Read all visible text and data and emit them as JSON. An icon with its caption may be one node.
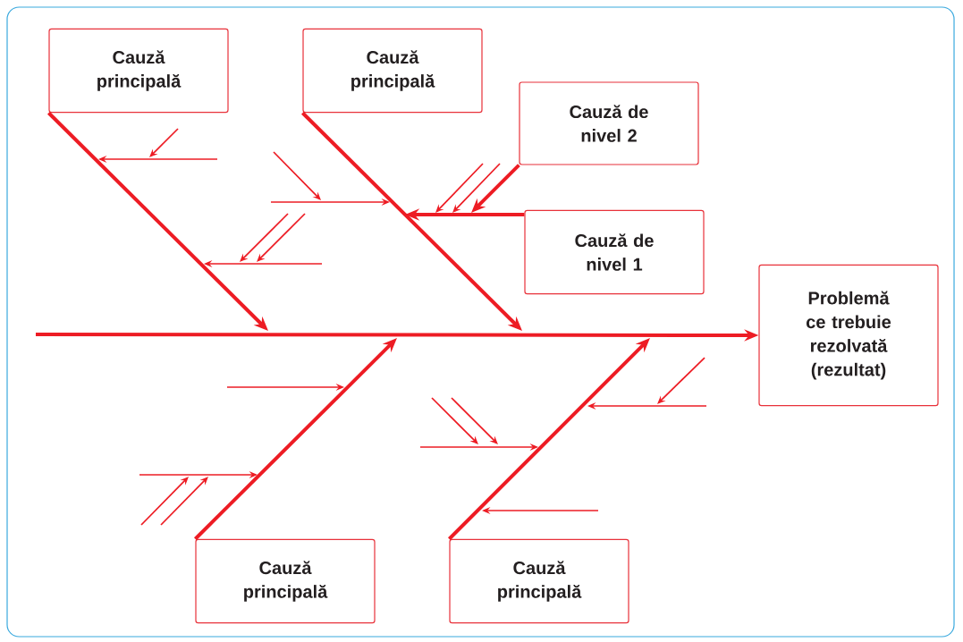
{
  "diagram": {
    "nodes": [
      {
        "text": [
          "Cauză principală"
        ]
      },
      {
        "text": [
          "Cauză principală"
        ]
      },
      {
        "text": [
          "Cauză de nivel 2"
        ]
      },
      {
        "text": [
          "Cauză de nivel 1"
        ]
      },
      {
        "text": [
          "Problemă ce trebuie rezolvată (rezultat)"
        ]
      },
      {
        "text": [
          "Cauză principală"
        ]
      },
      {
        "text": [
          "Cauză principală"
        ]
      }
    ],
    "edges": [
      {
        "from": null,
        "to": 4,
        "arrow": "to"
      },
      {
        "from": 0,
        "to": null,
        "arrow": "to"
      },
      {
        "from": 1,
        "to": null,
        "arrow": "to"
      },
      {
        "from": 5,
        "to": null,
        "arrow": "to"
      },
      {
        "from": 6,
        "to": null,
        "arrow": "to"
      },
      {
        "from": 3,
        "to": null,
        "arrow": "to"
      },
      {
        "from": 2,
        "to": null,
        "arrow": "to"
      }
    ]
  }
}
